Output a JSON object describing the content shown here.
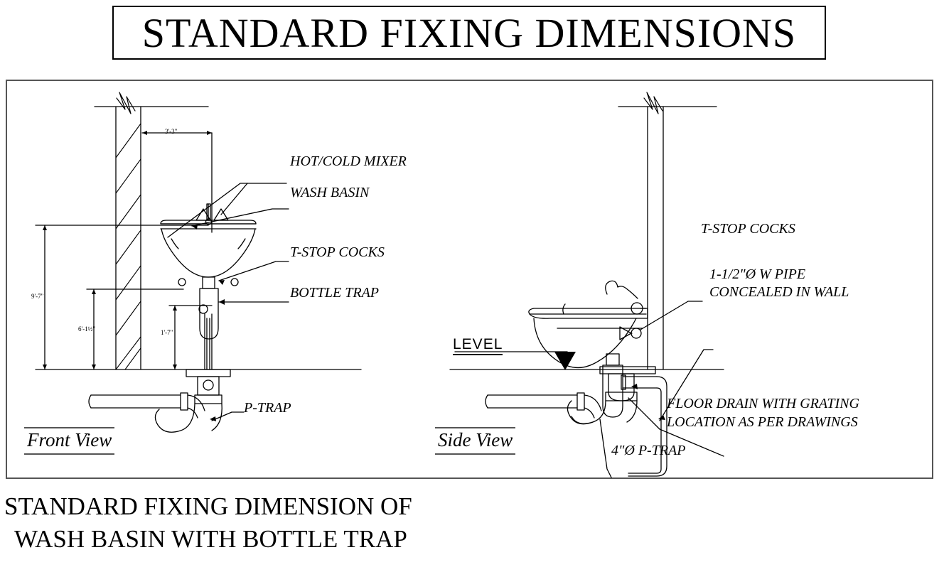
{
  "title": {
    "text": "STANDARD FIXING DIMENSIONS"
  },
  "caption": {
    "line1": "STANDARD FIXING DIMENSION OF",
    "line2": "WASH BASIN WITH BOTTLE TRAP"
  },
  "front_view": {
    "caption": "Front View",
    "dimensions": {
      "horizontal_wall_to_center": "3'-3\"",
      "floor_to_top": "9'-7\"",
      "floor_to_basin_rim": "6'-1½\"",
      "floor_to_trap": "1'-7\""
    },
    "labels": [
      "HOT/COLD MIXER",
      "WASH  BASIN",
      "T-STOP COCKS",
      "BOTTLE TRAP",
      "P-TRAP"
    ]
  },
  "side_view": {
    "caption": "Side View",
    "level_marker": "LEVEL",
    "labels": [
      "T-STOP COCKS",
      "1-1/2\"Ø W PIPE",
      "CONCEALED IN WALL",
      "FLOOR DRAIN WITH GRATING",
      "LOCATION AS PER DRAWINGS",
      "4\"Ø P-TRAP"
    ]
  },
  "colors": {
    "line": "#000000",
    "frame": "#555555",
    "background": "#ffffff"
  }
}
